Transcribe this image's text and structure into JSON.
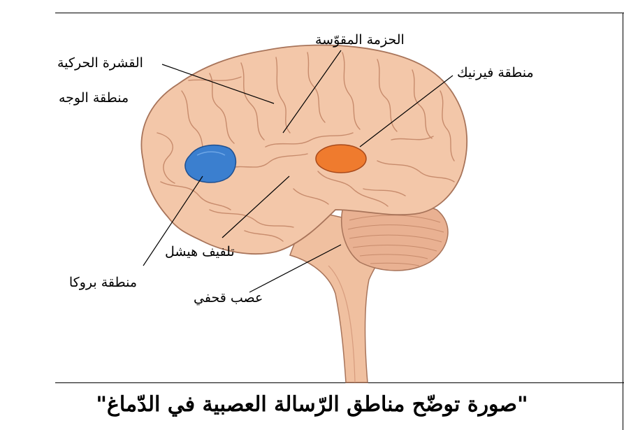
{
  "labels": {
    "arcuate_fasciculus": "الحزمة المقوّسة",
    "motor_cortex": "القشرة الحركية",
    "face_area": "منطقة الوجه",
    "wernicke_area": "منطقة فيرنيك",
    "heschl_gyrus": "تلفيف هيشل",
    "broca_area": "منطقة بروكا",
    "cranial_nerve": "عصب قحفي"
  },
  "caption": "\"صورة توضّح مناطق الرّسالة العصبية في الدّماغ\"",
  "colors": {
    "brain_fill": "#f3c7a9",
    "brain_outline": "#a8745a",
    "sulcus": "#c78b6c",
    "broca_blue": "#3b7fcf",
    "wernicke_orange": "#ef7b2e",
    "cerebellum": "#e9b192",
    "stem": "#f0c0a0"
  }
}
